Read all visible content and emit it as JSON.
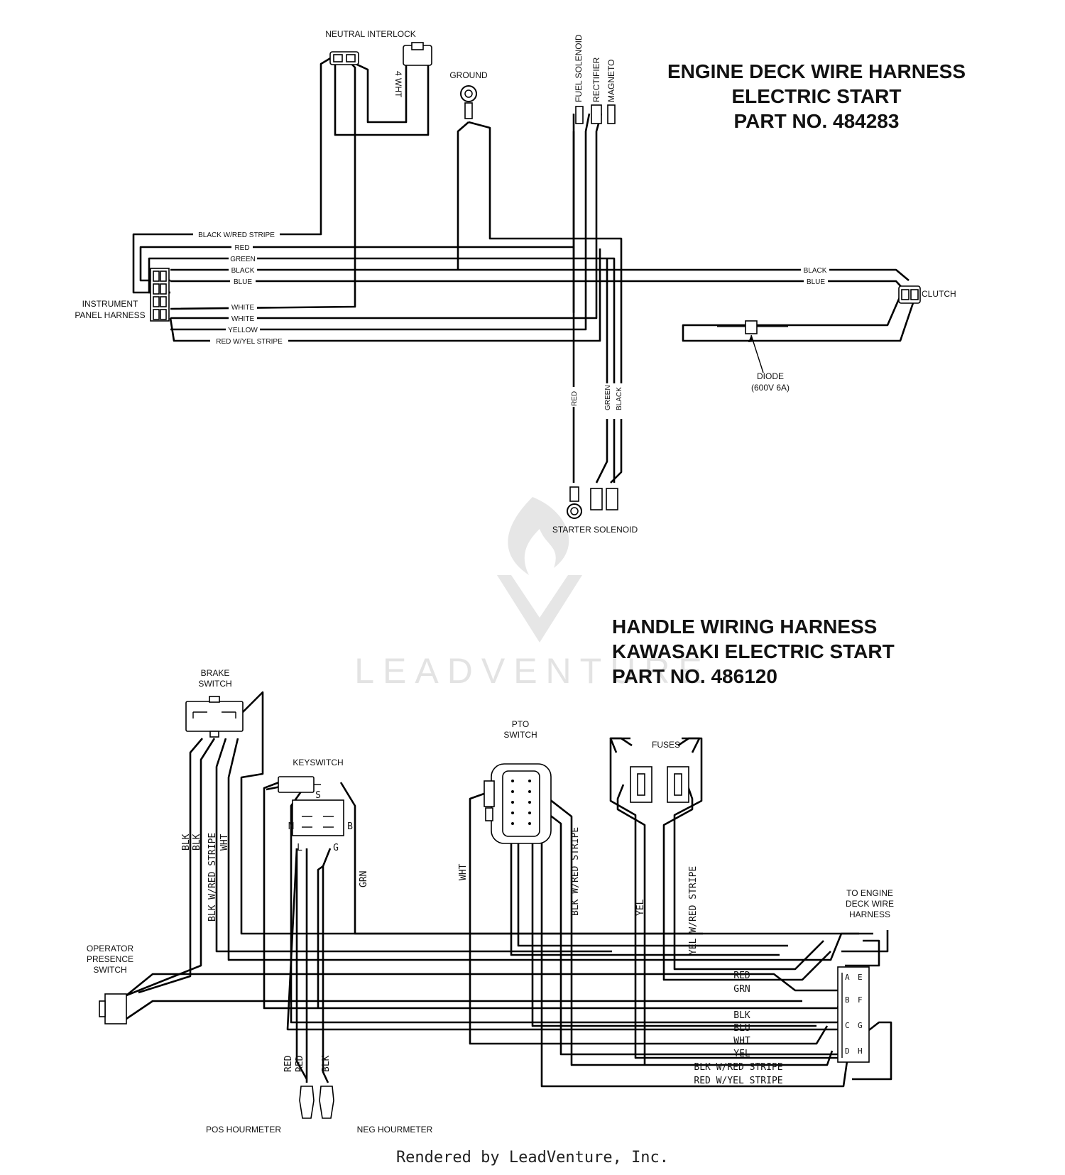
{
  "engine_deck": {
    "title_lines": [
      "ENGINE DECK WIRE HARNESS",
      "ELECTRIC START",
      "PART NO. 484283"
    ],
    "components": {
      "neutral_interlock": "NEUTRAL INTERLOCK",
      "ground": "GROUND",
      "fuel_solenoid": "FUEL SOLENOID",
      "rectifier": "RECTIFIER",
      "magneto": "MAGNETO",
      "instrument_panel_1": "INSTRUMENT",
      "instrument_panel_2": "PANEL HARNESS",
      "clutch": "CLUTCH",
      "diode": "DIODE",
      "diode_rating": "(600V 6A)",
      "starter_solenoid": "STARTER SOLENOID"
    },
    "wire_labels": {
      "black_red_stripe": "BLACK W/RED STRIPE",
      "red": "RED",
      "green": "GREEN",
      "black": "BLACK",
      "blue": "BLUE",
      "white_1": "WHITE",
      "white_2": "WHITE",
      "yellow": "YELLOW",
      "red_yel_stripe": "RED W/YEL STRIPE",
      "clutch_black": "BLACK",
      "clutch_blue": "BLUE",
      "four_wht": "4 WHT",
      "sol_red": "RED",
      "sol_green": "GREEN",
      "sol_black": "BLACK"
    }
  },
  "handle": {
    "title_lines": [
      "HANDLE WIRING HARNESS",
      "KAWASAKI ELECTRIC START",
      "PART NO. 486120"
    ],
    "components": {
      "brake_switch_1": "BRAKE",
      "brake_switch_2": "SWITCH",
      "keyswitch": "KEYSWITCH",
      "pto_switch_1": "PTO",
      "pto_switch_2": "SWITCH",
      "fuses": "FUSES",
      "operator_1": "OPERATOR",
      "operator_2": "PRESENCE",
      "operator_3": "SWITCH",
      "to_engine_1": "TO ENGINE",
      "to_engine_2": "DECK WIRE",
      "to_engine_3": "HARNESS",
      "pos_hourmeter": "POS HOURMETER",
      "neg_hourmeter": "NEG HOURMETER"
    },
    "keyswitch_terminals": {
      "s": "S",
      "m": "M",
      "b": "B",
      "l": "L",
      "g": "G"
    },
    "connector_pins": {
      "a": "A",
      "b": "B",
      "c": "C",
      "d": "D",
      "e": "E",
      "f": "F",
      "g": "G",
      "h": "H"
    },
    "wire_labels": {
      "blk_1": "BLK",
      "blk_2": "BLK",
      "blk_red_stripe_v": "BLK W/RED STRIPE",
      "wht_v": "WHT",
      "grn_v": "GRN",
      "wht_pto": "WHT",
      "blk_red_stripe_pto": "BLK W/RED STRIPE",
      "yel_v": "YEL",
      "yel_red_stripe_v": "YEL W/RED STRIPE",
      "red_1": "RED",
      "red_2": "RED",
      "blk_hour": "BLK",
      "red_h": "RED",
      "grn_h": "GRN",
      "blk_h": "BLK",
      "blu_h": "BLU",
      "wht_h": "WHT",
      "yel_h": "YEL",
      "blk_red_stripe_h": "BLK W/RED STRIPE",
      "red_yel_stripe_h": "RED W/YEL STRIPE"
    }
  },
  "watermark": "LEADVENTURE",
  "footer": "Rendered by LeadVenture, Inc."
}
